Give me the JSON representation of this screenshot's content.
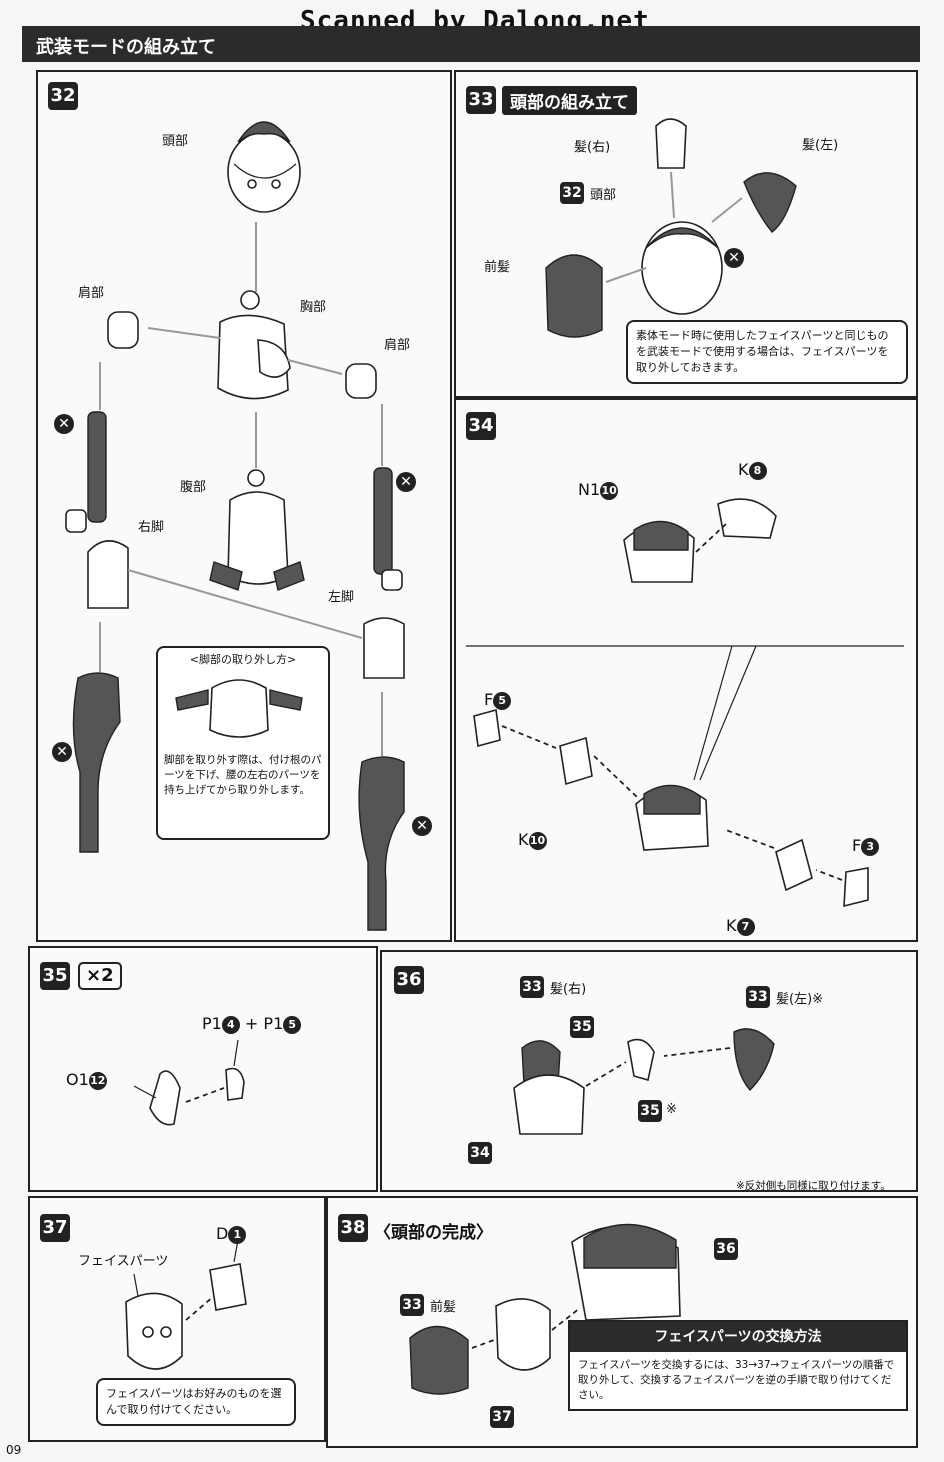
{
  "watermark": "Scanned by Dalong.net",
  "header_title": "武装モードの組み立て",
  "page_number": "09",
  "step32": {
    "num": "32",
    "head": "頭部",
    "chest": "胸部",
    "shoulder_left": "肩部",
    "shoulder_right": "肩部",
    "abdomen": "腹部",
    "right_leg": "右脚",
    "left_leg": "左脚",
    "note_title": "<脚部の取り外し方>",
    "note_text": "脚部を取り外す際は、付け根のパーツを下げ、腰の左右のパーツを持ち上げてから取り外します。"
  },
  "step33": {
    "num": "33",
    "title": "頭部の組み立て",
    "hair_right": "髪(右)",
    "hair_left": "髪(左)",
    "head_ref": "32",
    "head": "頭部",
    "front_hair": "前髪",
    "note": "素体モード時に使用したフェイスパーツと同じものを武装モードで使用する場合は、フェイスパーツを取り外しておきます。"
  },
  "step34": {
    "num": "34",
    "n_label": "N1",
    "n_num": "10",
    "k8_label": "K",
    "k8_num": "8",
    "f5_label": "F",
    "f5_num": "5",
    "k10_label": "K",
    "k10_num": "10",
    "f3_label": "F",
    "f3_num": "3",
    "k7_label": "K",
    "k7_num": "7"
  },
  "step35": {
    "num": "35",
    "multiplier": "×2",
    "p14_label": "P1",
    "p14_num": "4",
    "plus": "+",
    "p15_label": "P1",
    "p15_num": "5",
    "o_label": "O1",
    "o_num": "12"
  },
  "step36": {
    "num": "36",
    "ref33a": "33",
    "hair_right": "髪(右)",
    "ref35a": "35",
    "ref33b": "33",
    "hair_left": "髪(左)※",
    "ref35b": "35",
    "ref35b_mark": "※",
    "ref34": "34",
    "footnote": "※反対側も同様に取り付けます。"
  },
  "step37": {
    "num": "37",
    "d_label": "D",
    "d_num": "1",
    "face_parts": "フェイスパーツ",
    "note": "フェイスパーツはお好みのものを選んで取り付けてください。"
  },
  "step38": {
    "num": "38",
    "title": "〈頭部の完成〉",
    "ref36": "36",
    "ref33": "33",
    "front_hair": "前髪",
    "ref37": "37",
    "howto_title": "フェイスパーツの交換方法",
    "howto_text": "フェイスパーツを交換するには、33→37→フェイスパーツの順番で取り外して、交換するフェイスパーツを逆の手順で取り付けてください。"
  }
}
